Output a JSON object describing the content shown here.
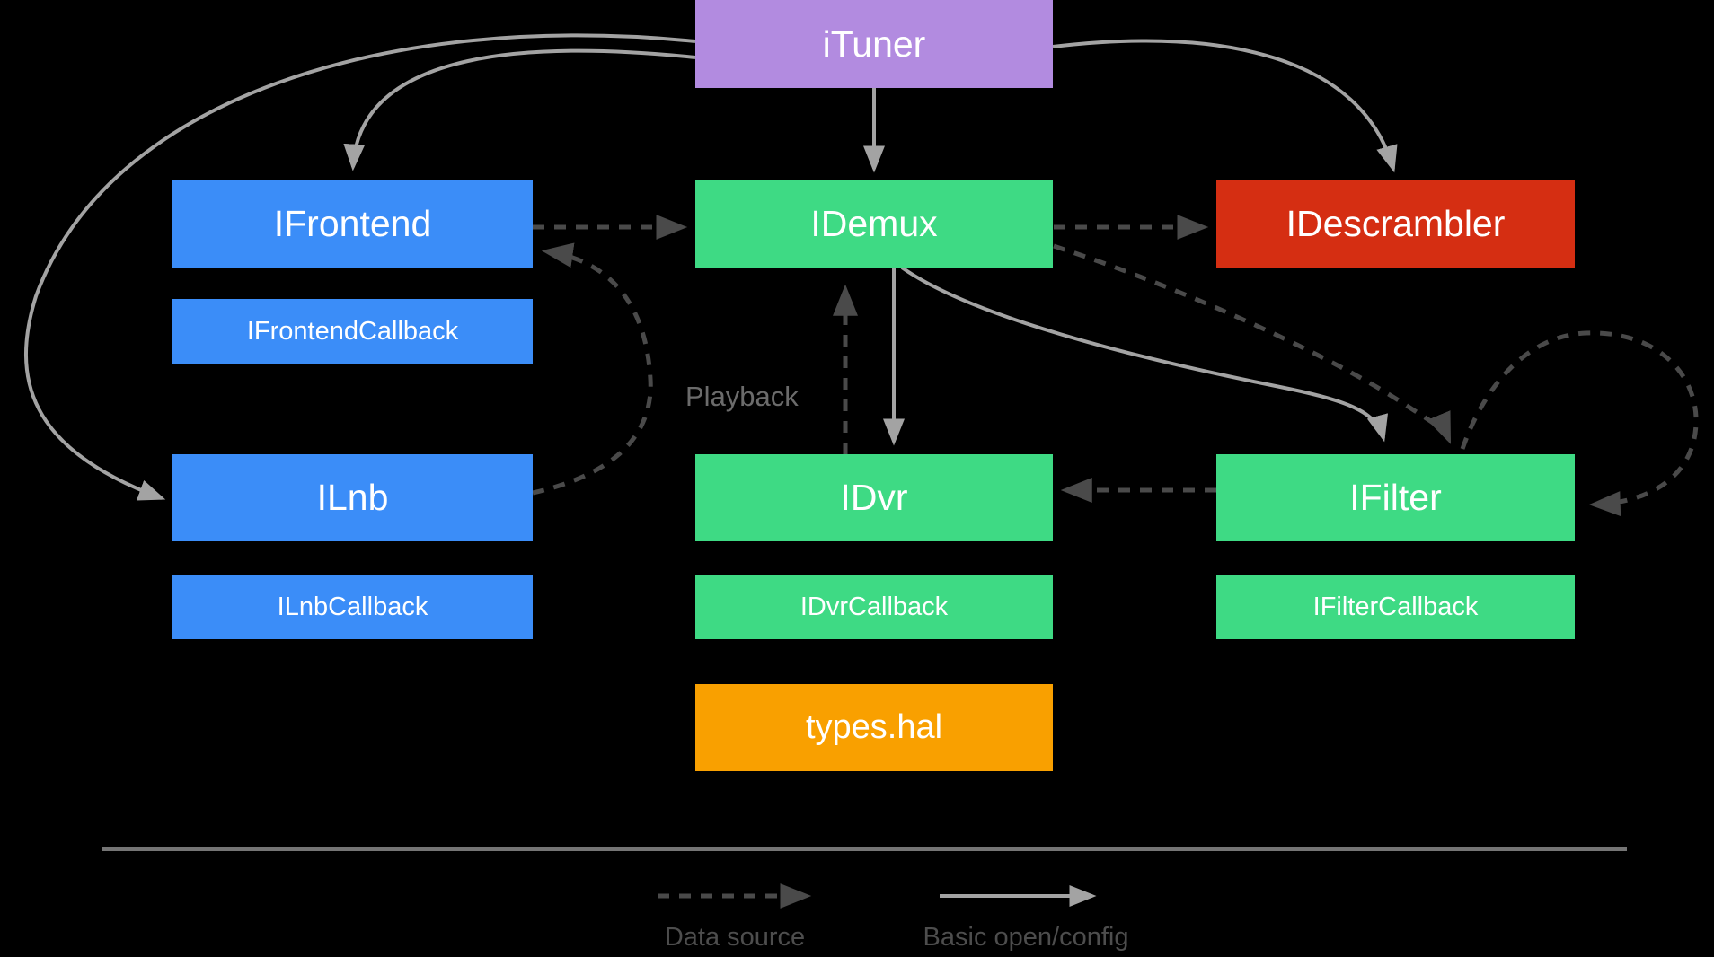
{
  "nodes": {
    "ituner": {
      "label": "iTuner",
      "color": "#b28be0"
    },
    "ifrontend": {
      "label": "IFrontend",
      "color": "#3b8df8"
    },
    "ifrontend_callback": {
      "label": "IFrontendCallback",
      "color": "#3b8df8"
    },
    "ilnb": {
      "label": "ILnb",
      "color": "#3b8df8"
    },
    "ilnb_callback": {
      "label": "ILnbCallback",
      "color": "#3b8df8"
    },
    "idemux": {
      "label": "IDemux",
      "color": "#3eda84"
    },
    "idvr": {
      "label": "IDvr",
      "color": "#3eda84"
    },
    "idvr_callback": {
      "label": "IDvrCallback",
      "color": "#3eda84"
    },
    "types_hal": {
      "label": "types.hal",
      "color": "#f9a000"
    },
    "idescrambler": {
      "label": "IDescrambler",
      "color": "#d52e12"
    },
    "ifilter": {
      "label": "IFilter",
      "color": "#3eda84"
    },
    "ifilter_callback": {
      "label": "IFilterCallback",
      "color": "#3eda84"
    }
  },
  "edges": [
    {
      "from": "iTuner",
      "to": "IFrontend",
      "style": "solid"
    },
    {
      "from": "iTuner",
      "to": "IDemux",
      "style": "solid"
    },
    {
      "from": "iTuner",
      "to": "IDescrambler",
      "style": "solid"
    },
    {
      "from": "iTuner",
      "to": "ILnb",
      "style": "solid"
    },
    {
      "from": "IDemux",
      "to": "IDvr",
      "style": "solid"
    },
    {
      "from": "IDemux",
      "to": "IFilter",
      "style": "solid"
    },
    {
      "from": "IFrontend",
      "to": "IDemux",
      "style": "dashed"
    },
    {
      "from": "IDemux",
      "to": "IDescrambler",
      "style": "dashed"
    },
    {
      "from": "ILnb",
      "to": "IFrontend",
      "style": "dashed"
    },
    {
      "from": "IDvr",
      "to": "IDemux",
      "style": "dashed",
      "label": "Playback"
    },
    {
      "from": "IFilter",
      "to": "IDvr",
      "style": "dashed"
    },
    {
      "from": "IDemux",
      "to": "IFilter",
      "style": "dashed"
    },
    {
      "from": "IFilter",
      "to": "IFilter",
      "style": "dashed"
    }
  ],
  "edge_labels": {
    "playback": "Playback"
  },
  "legend": {
    "data_source": "Data source",
    "basic_open_config": "Basic open/config"
  },
  "colors": {
    "background": "#000000",
    "solid_arrow": "#a3a3a3",
    "dashed_arrow": "#4a4a4a",
    "divider": "#757575",
    "legend_text": "#4d4d4d",
    "edge_label_text": "#6b6b6b",
    "box_text": "#ffffff"
  }
}
